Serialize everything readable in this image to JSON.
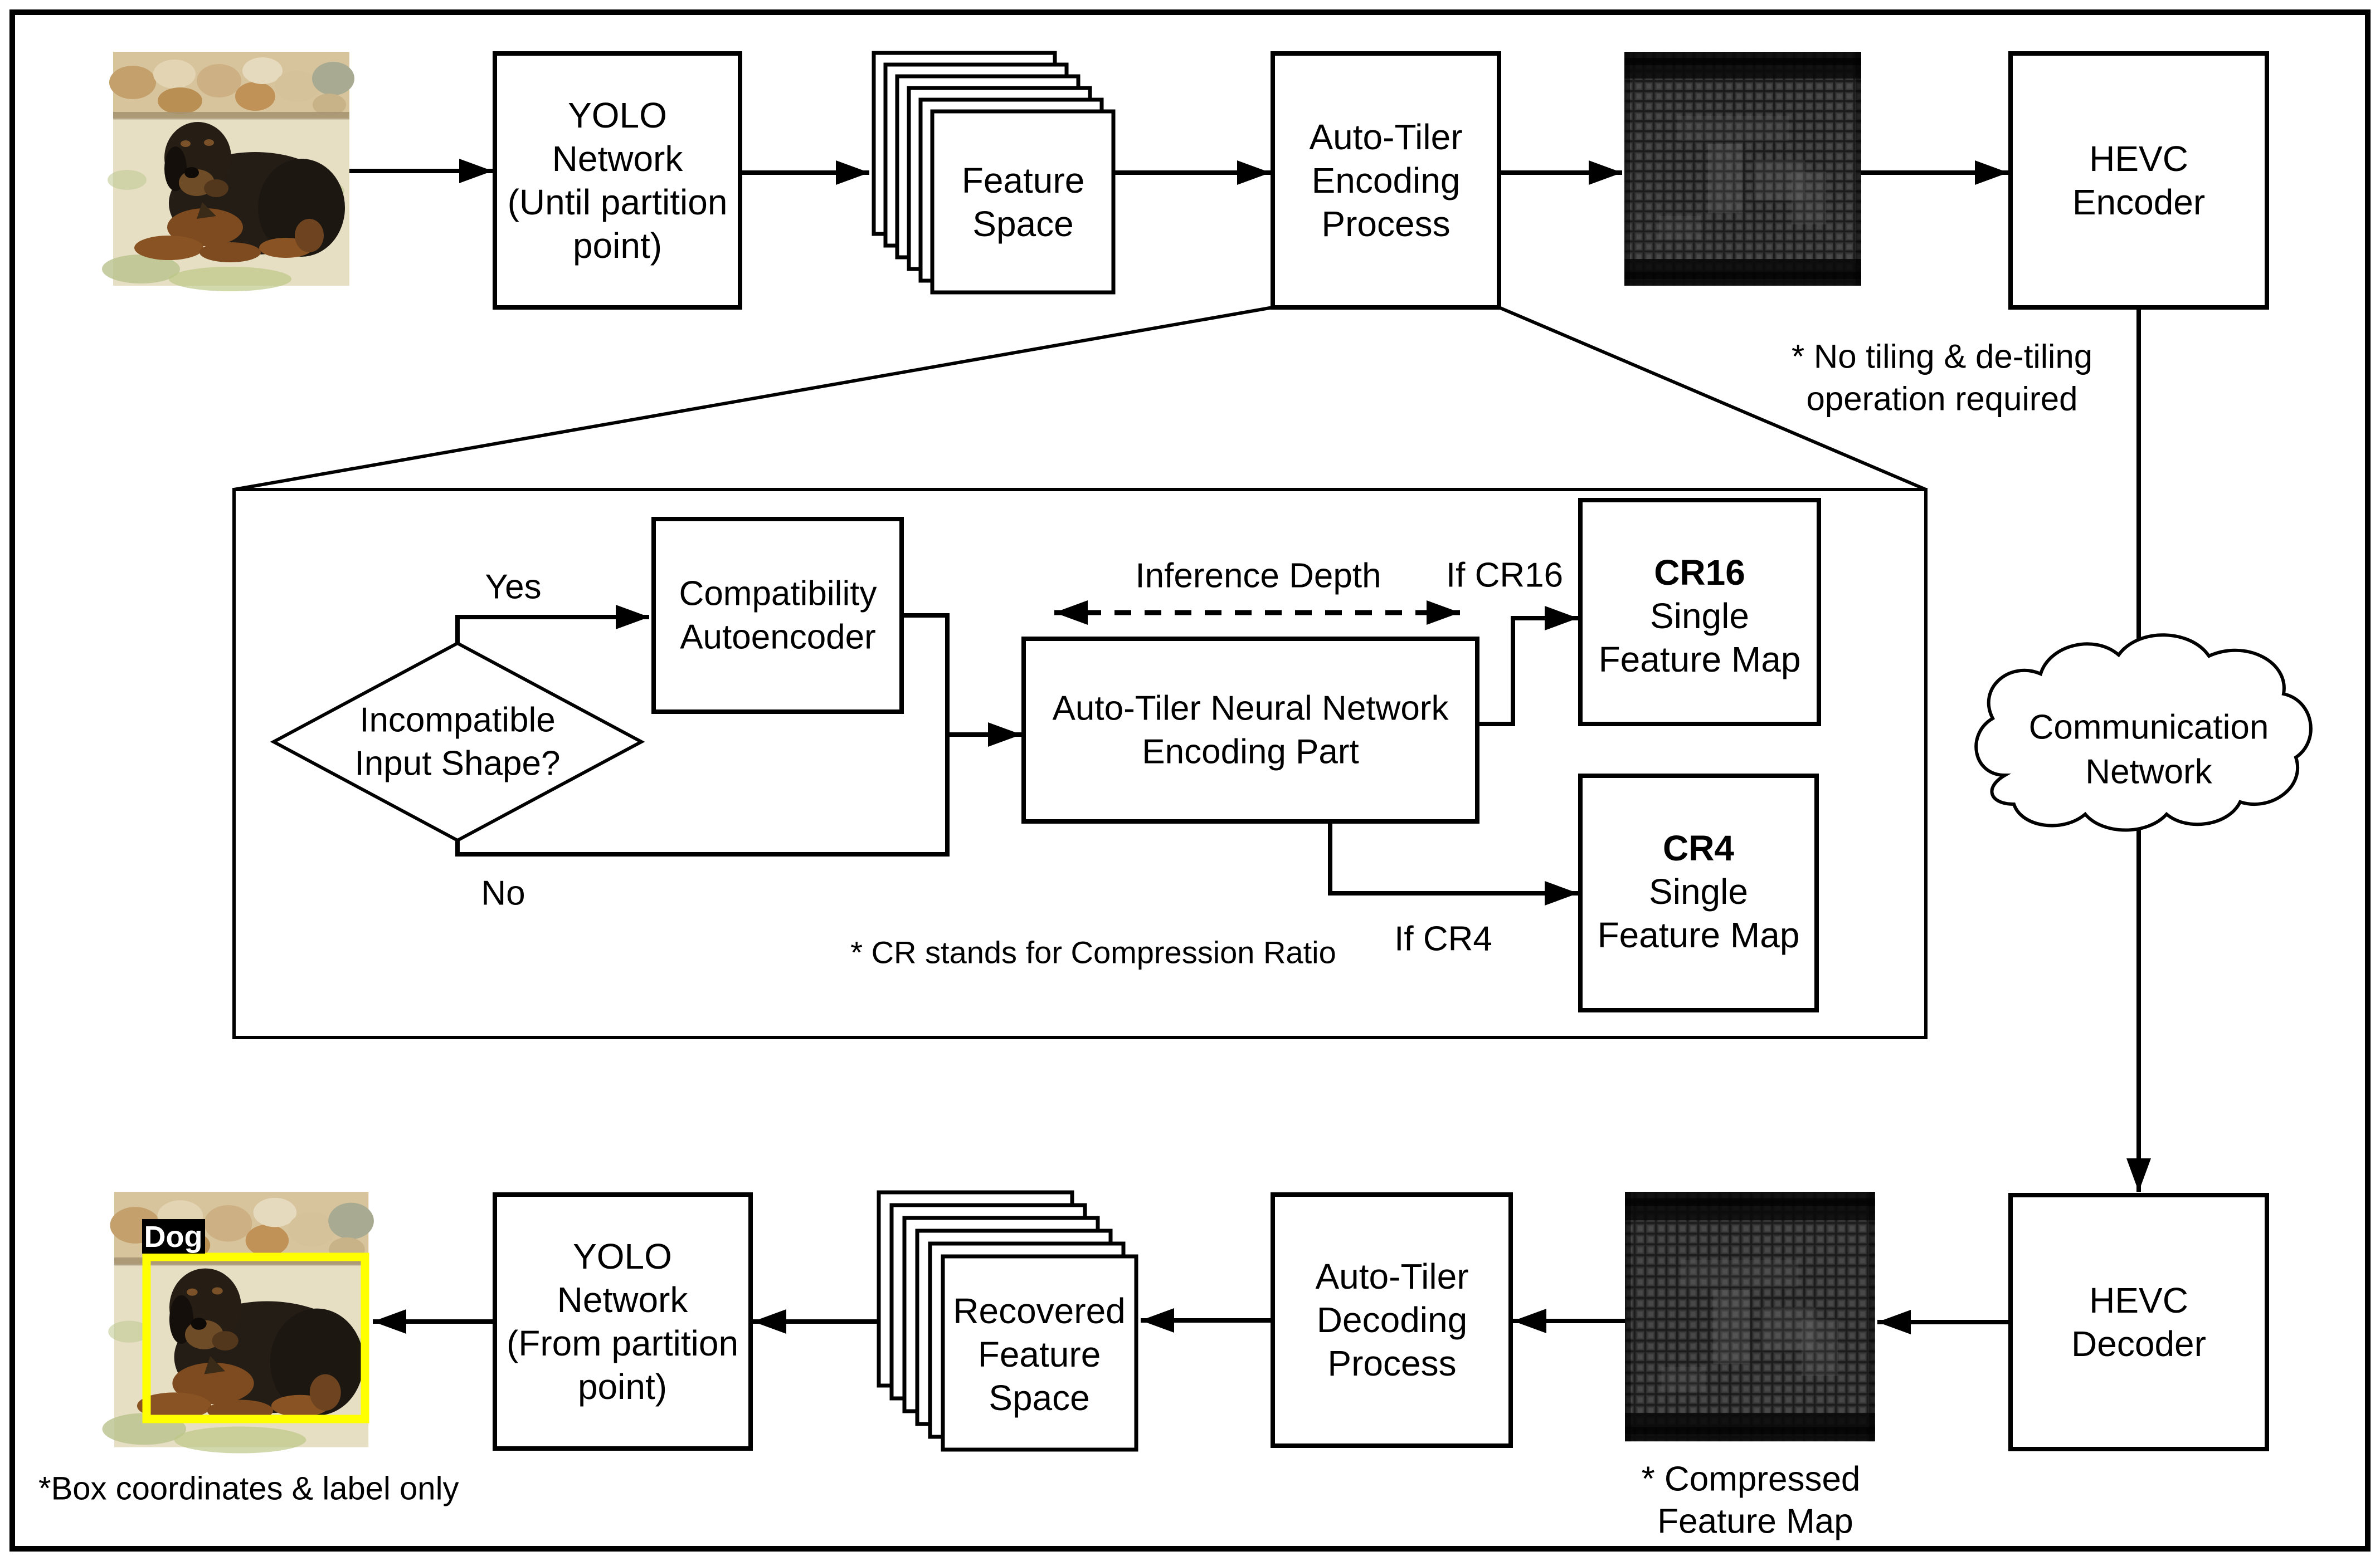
{
  "colors": {
    "line": "#000000",
    "background": "#ffffff",
    "bbox_yellow": "#ffff00",
    "tag_bg": "#000000",
    "tag_text": "#ffffff"
  },
  "top_row": {
    "yolo_encoder": {
      "lines": [
        "YOLO",
        "Network",
        "(Until partition",
        "point)"
      ]
    },
    "feature_space": {
      "lines": [
        "Feature",
        "Space"
      ]
    },
    "auto_tiler_encoding": {
      "lines": [
        "Auto-Tiler",
        "Encoding",
        "Process"
      ]
    },
    "hevc_encoder": {
      "lines": [
        "HEVC",
        "Encoder"
      ]
    },
    "note_no_tiling": {
      "lines": [
        "* No tiling & de-tiling",
        "operation required"
      ]
    }
  },
  "detail": {
    "decision": {
      "lines": [
        "Incompatible",
        "Input Shape?"
      ]
    },
    "yes_label": "Yes",
    "no_label": "No",
    "compatibility_autoencoder": {
      "lines": [
        "Compatibility",
        "Autoencoder"
      ]
    },
    "encoder_network": {
      "lines": [
        "Auto-Tiler Neural Network",
        "Encoding Part"
      ]
    },
    "inference_depth_label": "Inference Depth",
    "if_cr16_label": "If CR16",
    "if_cr4_label": "If CR4",
    "cr16_output": {
      "lines": [
        "CR16",
        "Single",
        "Feature Map"
      ]
    },
    "cr4_output": {
      "lines": [
        "CR4",
        "Single",
        "Feature Map"
      ]
    },
    "cr_note": "* CR stands for Compression Ratio"
  },
  "network": {
    "cloud": {
      "lines": [
        "Communication",
        "Network"
      ]
    }
  },
  "bottom_row": {
    "hevc_decoder": {
      "lines": [
        "HEVC",
        "Decoder"
      ]
    },
    "compressed_map_caption": {
      "lines": [
        "* Compressed",
        "Feature Map"
      ]
    },
    "auto_tiler_decoding": {
      "lines": [
        "Auto-Tiler",
        "Decoding",
        "Process"
      ]
    },
    "recovered_feature_space": {
      "lines": [
        "Recovered",
        "Feature",
        "Space"
      ]
    },
    "yolo_decoder": {
      "lines": [
        "YOLO",
        "Network",
        "(From partition",
        "point)"
      ]
    },
    "detection": {
      "tag": "Dog",
      "caption": "*Box coordinates & label only"
    }
  }
}
